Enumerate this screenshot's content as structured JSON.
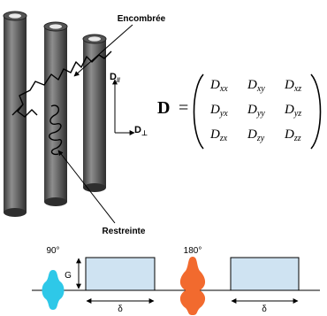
{
  "labels": {
    "encombree": "Encombrée",
    "restreinte": "Restreinte",
    "d_parallel": "D",
    "d_parallel_sub": "//",
    "d_perp": "D",
    "d_perp_sub": "⊥"
  },
  "tensor": {
    "symbol": "D",
    "equals": "=",
    "cells": [
      [
        "xx",
        "xy",
        "xz"
      ],
      [
        "yx",
        "yy",
        "yz"
      ],
      [
        "zx",
        "zy",
        "zz"
      ]
    ]
  },
  "sequence": {
    "pulse1_label": "90°",
    "pulse2_label": "180°",
    "gradient_label": "G",
    "delta1_label": "δ",
    "delta2_label": "δ",
    "pulse1_color": "#2ec8e8",
    "pulse2_color": "#f26a2e",
    "gradient_fill": "#cfe3f2"
  }
}
